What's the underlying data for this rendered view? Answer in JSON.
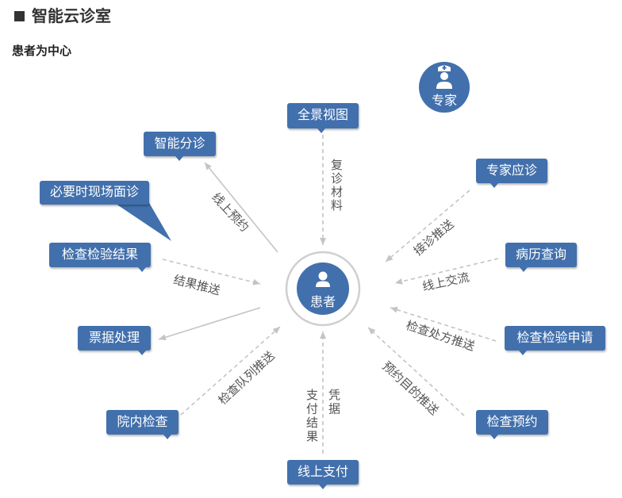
{
  "header": {
    "title": "智能云诊室",
    "subtitle": "患者为中心"
  },
  "center": {
    "label": "患者"
  },
  "expert": {
    "label": "专家"
  },
  "nodes": {
    "panorama": "全景视图",
    "triage": "智能分诊",
    "onsite": "必要时现场面诊",
    "exam_results": "检查检验结果",
    "billing": "票据处理",
    "inhospital_exam": "院内检查",
    "payment": "线上支付",
    "expert_consult": "专家应诊",
    "records_query": "病历查询",
    "exam_request": "检查检验申请",
    "exam_booking": "检查预约"
  },
  "edges": {
    "revisit_materials": "复诊材料",
    "online_booking": "线上预约",
    "result_push": "结果推送",
    "queue_push": "检查队列推送",
    "payment_result": "支付结果",
    "voucher": "凭据",
    "consult_push": "接诊推送",
    "online_chat": "线上交流",
    "prescription_push": "检查处方推送",
    "purpose_push": "预约目的推送"
  },
  "colors": {
    "primary": "#4270ad",
    "connector": "#c4c4c4",
    "label": "#555555",
    "title": "#333333"
  },
  "icons": {
    "title": "square-bullet-icon",
    "center": "patient-icon",
    "expert": "doctor-icon"
  }
}
